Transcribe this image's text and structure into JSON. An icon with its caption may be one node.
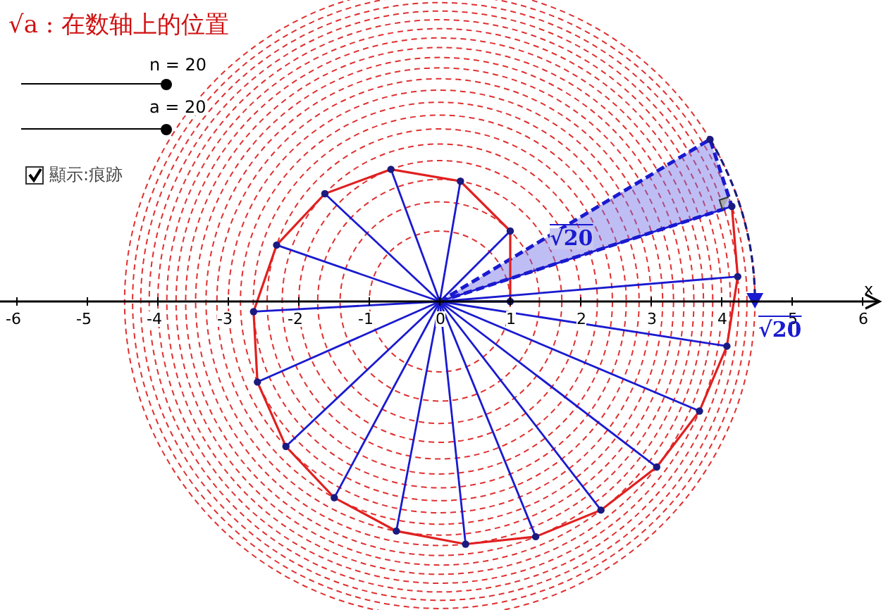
{
  "diagram": {
    "title": "√a : 在数轴上的位置",
    "labels": [
      "n = 20",
      "a = 20",
      "顯示:痕跡",
      "√20",
      "x",
      "-6",
      "-5",
      "-4",
      "-3",
      "-2",
      "-1",
      "0",
      "1",
      "2",
      "3",
      "4",
      "5",
      "6",
      "√20"
    ]
  }
}
